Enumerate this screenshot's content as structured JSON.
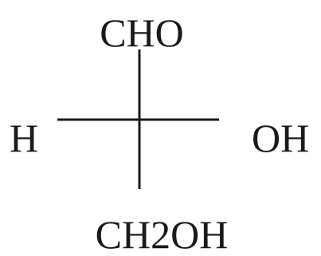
{
  "fischer_projection": {
    "top": "CHO",
    "left": "H",
    "right": "OH",
    "bottom": "CH2OH"
  },
  "colors": {
    "ink": "#1a1a1a",
    "background": "#ffffff"
  }
}
